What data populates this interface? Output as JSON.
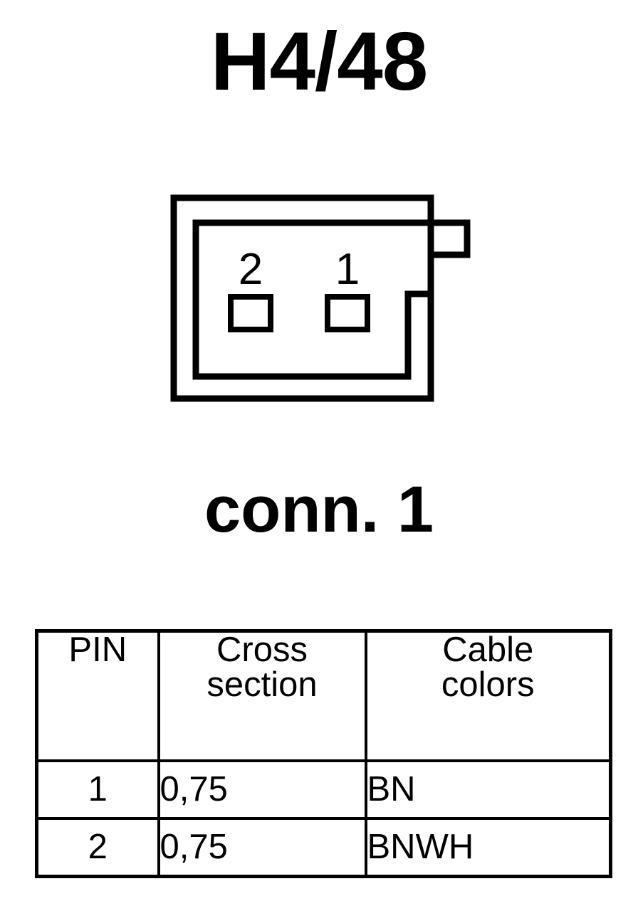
{
  "title": "H4/48",
  "connector": {
    "caption": "conn. 1",
    "pin_labels": [
      "2",
      "1"
    ],
    "pin_count": 2,
    "line_color": "#000000",
    "background_color": "#ffffff"
  },
  "table": {
    "headers": {
      "pin": "PIN",
      "cross_section": "Cross\nsection",
      "cable_colors": "Cable\ncolors"
    },
    "rows": [
      {
        "pin": "1",
        "cross_section": "0,75",
        "cable_colors": "BN"
      },
      {
        "pin": "2",
        "cross_section": "0,75",
        "cable_colors": "BNWH"
      }
    ]
  }
}
